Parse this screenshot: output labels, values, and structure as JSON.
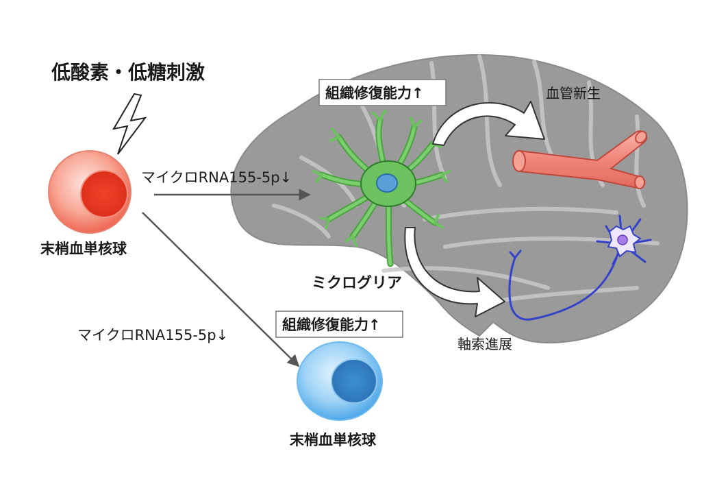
{
  "title_stimulus": "低酸素・低糖刺激",
  "cells": {
    "pbmc_top_label": "末梢血単核球",
    "pbmc_bottom_label": "末梢血単核球",
    "microglia_label": "ミクログリア"
  },
  "arrows": {
    "to_microglia_label": "マイクロRNA155-5p↓",
    "to_pbmc_label": "マイクロRNA155-5p↓"
  },
  "boxes": {
    "microglia_repair": "組織修復能力↑",
    "pbmc_repair": "組織修復能力↑"
  },
  "outcomes": {
    "angiogenesis": "血管新生",
    "axon_extension": "軸索進展"
  },
  "colors": {
    "brain_fill": "#9a9a9a",
    "red_cell": "#f2735f",
    "blue_cell": "#57b3f0",
    "microglia": "#6cc25e",
    "vessel": "#f0857a",
    "neuron": "#3342c9"
  }
}
